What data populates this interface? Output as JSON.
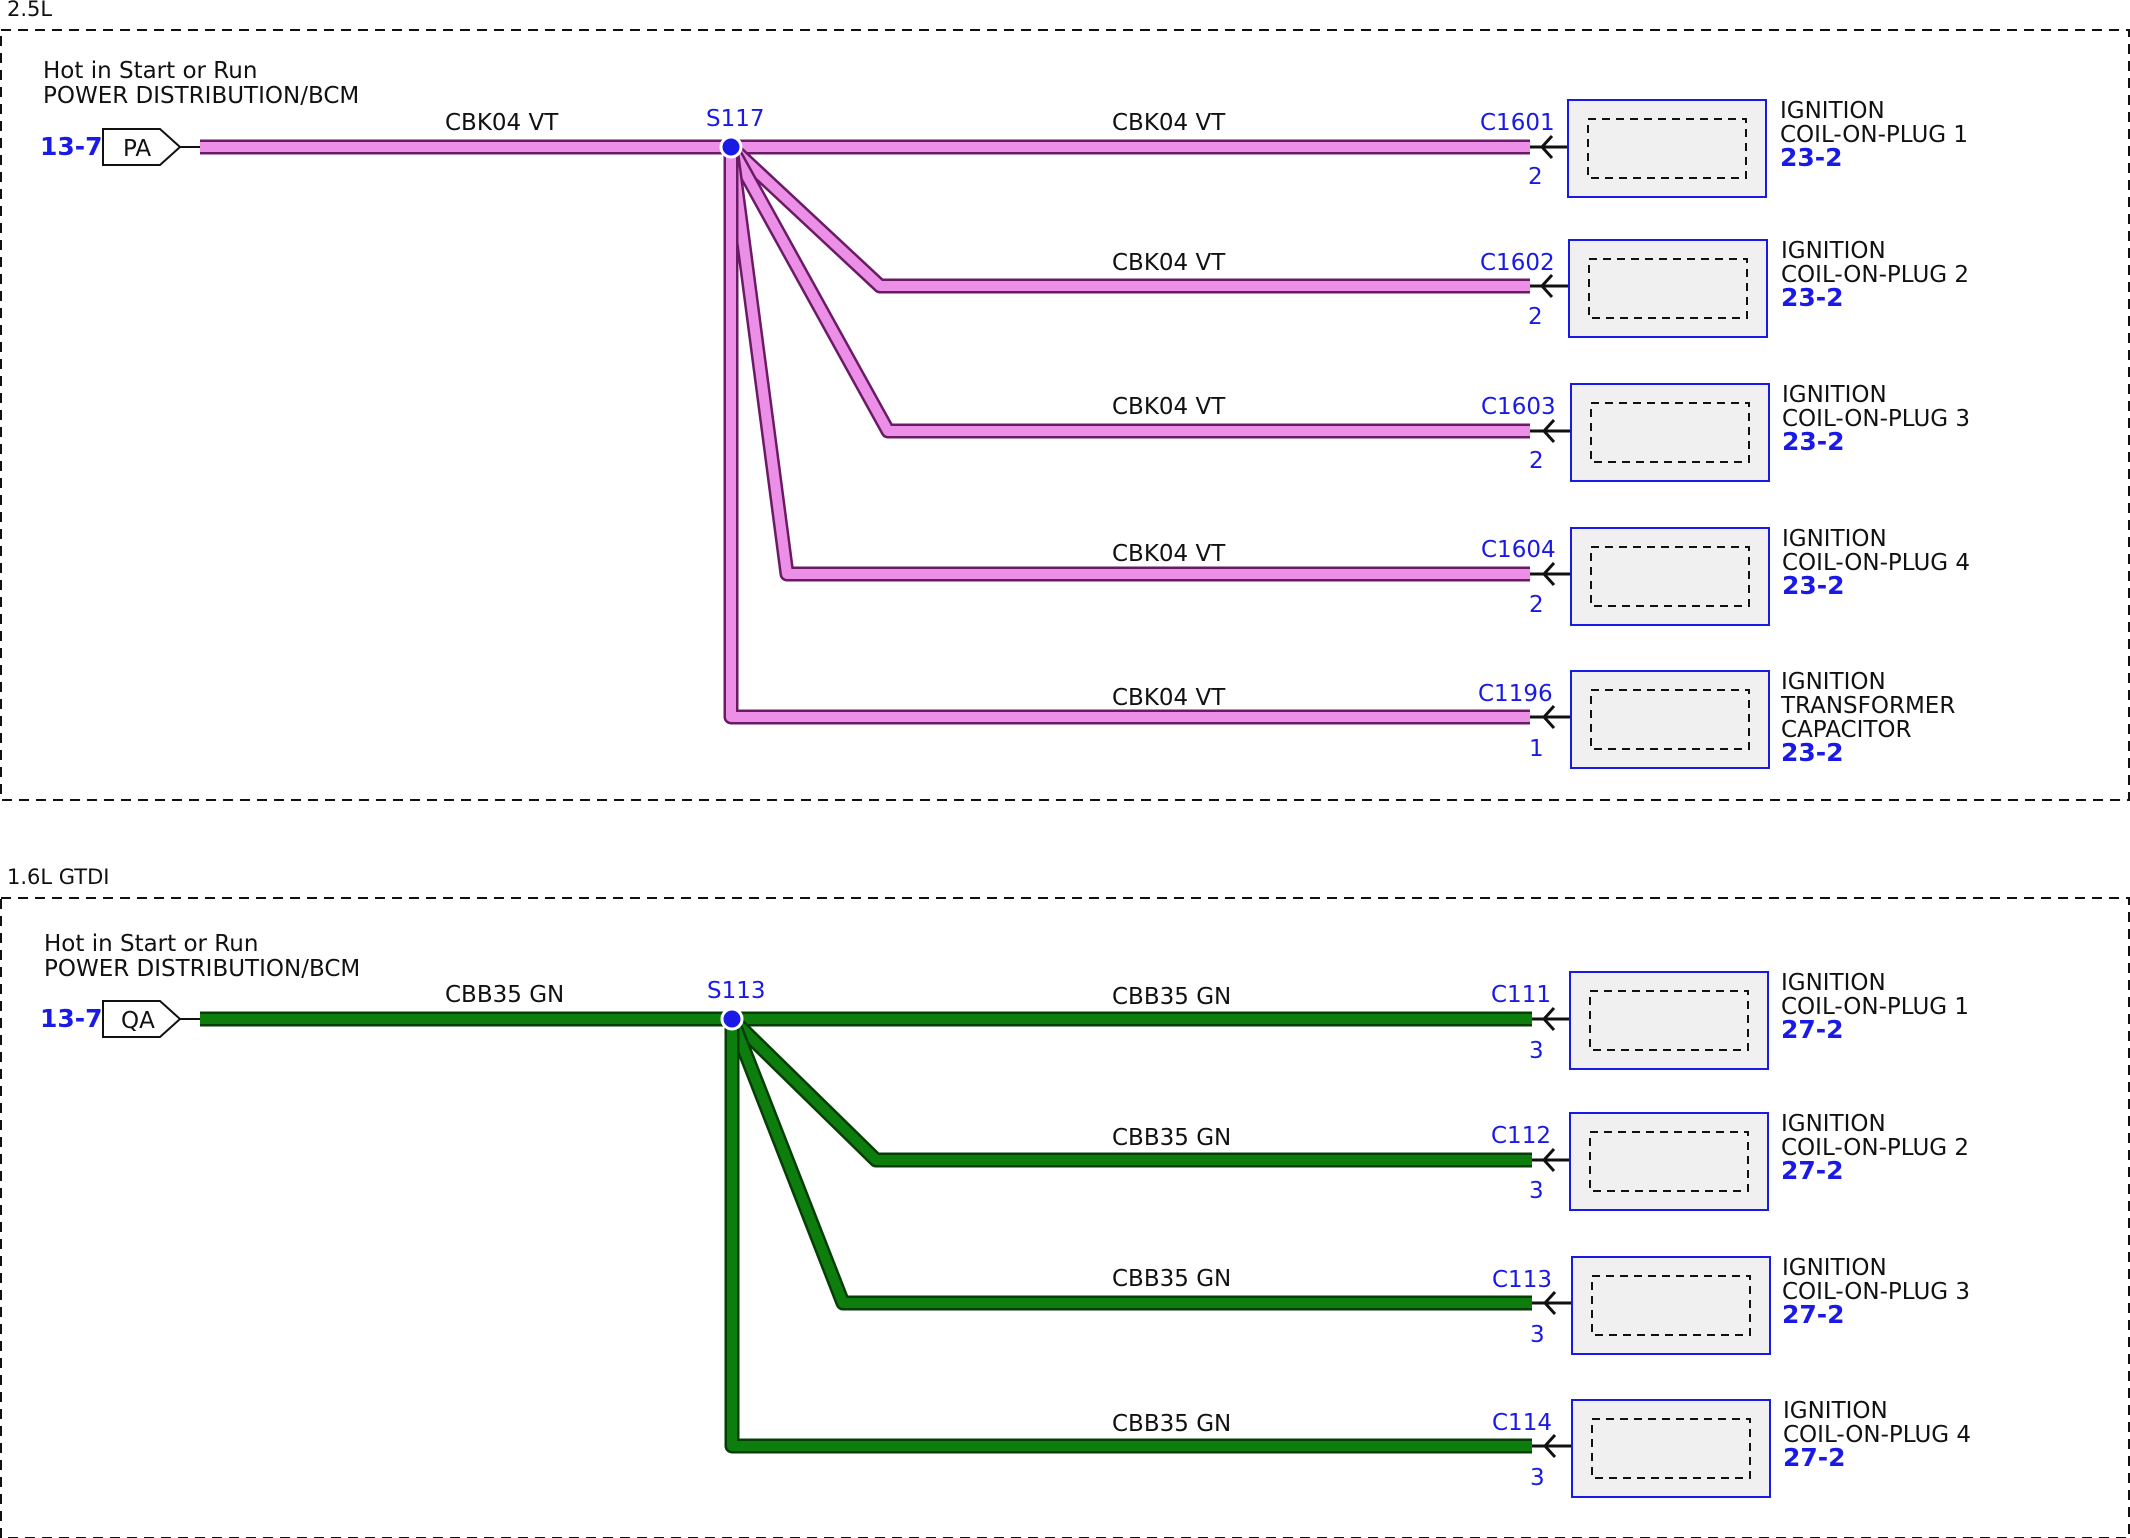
{
  "colors": {
    "background": "#ffffff",
    "vt_wire_fill": "#ec8fe6",
    "gn_wire_fill": "#0d7d0d",
    "wire_outline": "#6b1a66",
    "blue_text": "#1a1ae6",
    "component_border": "#1a1ae6",
    "component_fill": "#f0f0f0"
  },
  "sections": [
    {
      "title": "2.5L",
      "source_lines": [
        "Hot in Start or Run",
        "POWER DISTRIBUTION/BCM"
      ],
      "source_ref": "13-7",
      "source_pin": "PA",
      "feed_wire": "CBK04  VT",
      "splice": "S117",
      "branches": [
        {
          "wire": "CBK04  VT",
          "connector": "C1601",
          "pin": "2",
          "component_lines": [
            "IGNITION",
            "COIL-ON-PLUG 1"
          ],
          "ref": "23-2"
        },
        {
          "wire": "CBK04  VT",
          "connector": "C1602",
          "pin": "2",
          "component_lines": [
            "IGNITION",
            "COIL-ON-PLUG 2"
          ],
          "ref": "23-2"
        },
        {
          "wire": "CBK04  VT",
          "connector": "C1603",
          "pin": "2",
          "component_lines": [
            "IGNITION",
            "COIL-ON-PLUG 3"
          ],
          "ref": "23-2"
        },
        {
          "wire": "CBK04  VT",
          "connector": "C1604",
          "pin": "2",
          "component_lines": [
            "IGNITION",
            "COIL-ON-PLUG 4"
          ],
          "ref": "23-2"
        },
        {
          "wire": "CBK04  VT",
          "connector": "C1196",
          "pin": "1",
          "component_lines": [
            "IGNITION",
            "TRANSFORMER",
            "CAPACITOR"
          ],
          "ref": "23-2"
        }
      ]
    },
    {
      "title": "1.6L GTDI",
      "source_lines": [
        "Hot in Start or Run",
        "POWER DISTRIBUTION/BCM"
      ],
      "source_ref": "13-7",
      "source_pin": "QA",
      "feed_wire": "CBB35  GN",
      "splice": "S113",
      "branches": [
        {
          "wire": "CBB35  GN",
          "connector": "C111",
          "pin": "3",
          "component_lines": [
            "IGNITION",
            "COIL-ON-PLUG 1"
          ],
          "ref": "27-2"
        },
        {
          "wire": "CBB35  GN",
          "connector": "C112",
          "pin": "3",
          "component_lines": [
            "IGNITION",
            "COIL-ON-PLUG 2"
          ],
          "ref": "27-2"
        },
        {
          "wire": "CBB35  GN",
          "connector": "C113",
          "pin": "3",
          "component_lines": [
            "IGNITION",
            "COIL-ON-PLUG 3"
          ],
          "ref": "27-2"
        },
        {
          "wire": "CBB35  GN",
          "connector": "C114",
          "pin": "3",
          "component_lines": [
            "IGNITION",
            "COIL-ON-PLUG 4"
          ],
          "ref": "27-2"
        }
      ]
    }
  ]
}
